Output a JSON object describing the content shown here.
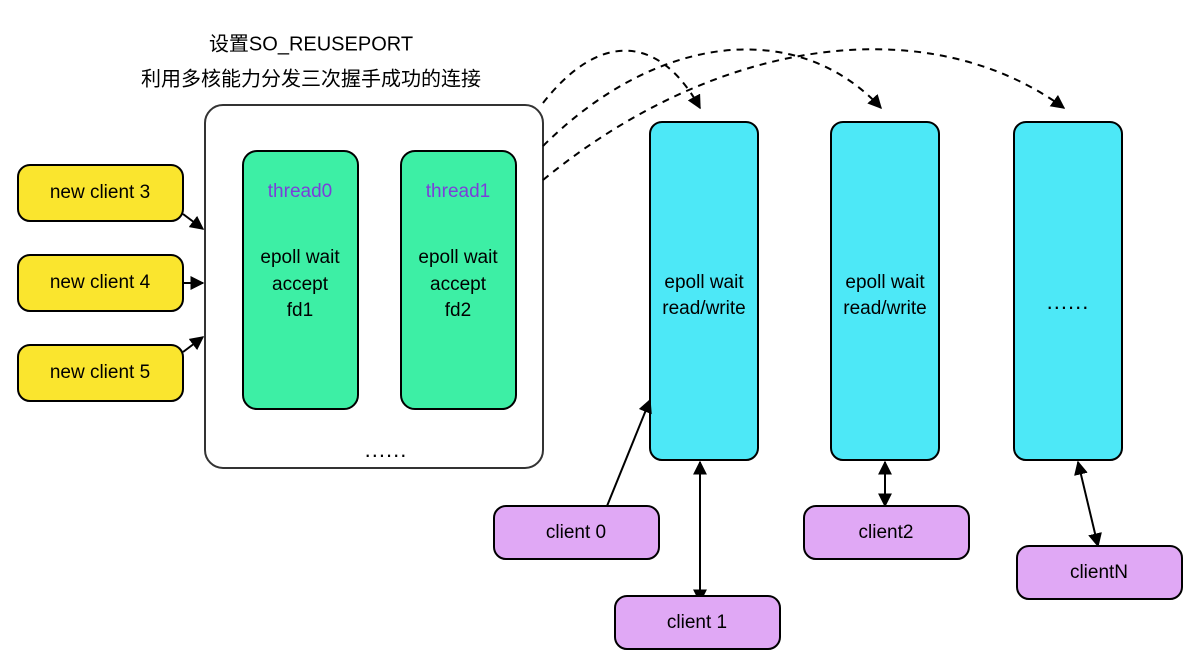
{
  "diagram": {
    "title": {
      "line1": "设置SO_REUSEPORT",
      "line2": "利用多核能力分发三次握手成功的连接"
    },
    "colors": {
      "yellow_client": "#FAE52E",
      "green_thread": "#3DEFA5",
      "cyan_worker": "#4DE8F7",
      "purple_client": "#E0A8F5",
      "thread_label": "#7B3FD9",
      "stroke": "#000000",
      "background": "#FFFFFF"
    },
    "new_clients": [
      {
        "label": "new client 3"
      },
      {
        "label": "new client 4"
      },
      {
        "label": "new client 5"
      }
    ],
    "server_container": {
      "ellipsis": "......",
      "threads": [
        {
          "name": "thread0",
          "body_line1": "epoll wait",
          "body_line2": "accept",
          "body_line3": "fd1"
        },
        {
          "name": "thread1",
          "body_line1": "epoll wait",
          "body_line2": "accept",
          "body_line3": "fd2"
        }
      ]
    },
    "workers": [
      {
        "line1": "epoll wait",
        "line2": "read/write",
        "ellipsis": ""
      },
      {
        "line1": "epoll wait",
        "line2": "read/write",
        "ellipsis": ""
      },
      {
        "line1": "",
        "line2": "",
        "ellipsis": "......"
      }
    ],
    "clients": [
      {
        "label": "client 0"
      },
      {
        "label": "client 1"
      },
      {
        "label": "client2"
      },
      {
        "label": "clientN"
      }
    ]
  }
}
